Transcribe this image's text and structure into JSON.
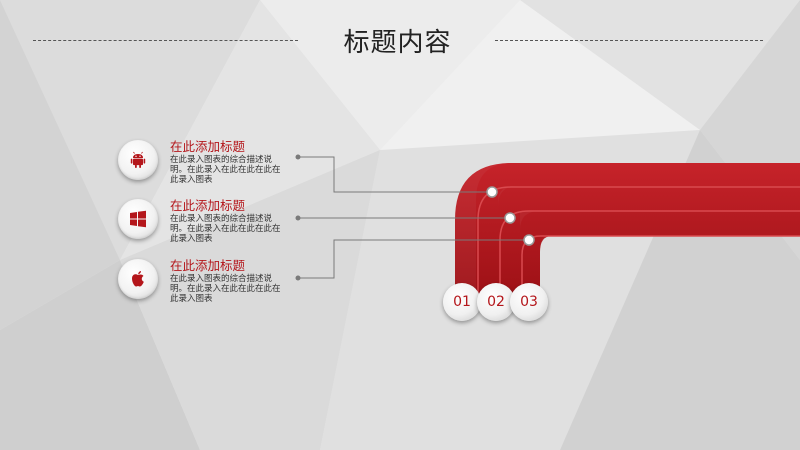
{
  "header": {
    "title": "标题内容"
  },
  "items": [
    {
      "title": "在此添加标题",
      "desc": "在此录入图表的综合描述说明。在此录入在此在此在此在此录入图表",
      "icon": "android-icon"
    },
    {
      "title": "在此添加标题",
      "desc": "在此录入图表的综合描述说明。在此录入在此在此在此在此录入图表",
      "icon": "windows-icon"
    },
    {
      "title": "在此添加标题",
      "desc": "在此录入图表的综合描述说明。在此录入在此在此在此在此录入图表",
      "icon": "apple-icon"
    }
  ],
  "numbers": [
    "01",
    "02",
    "03"
  ],
  "colors": {
    "accent": "#b4161b",
    "accent_dark": "#8e0f13",
    "line": "#7a7a7a",
    "background": "#e9e9e9"
  }
}
